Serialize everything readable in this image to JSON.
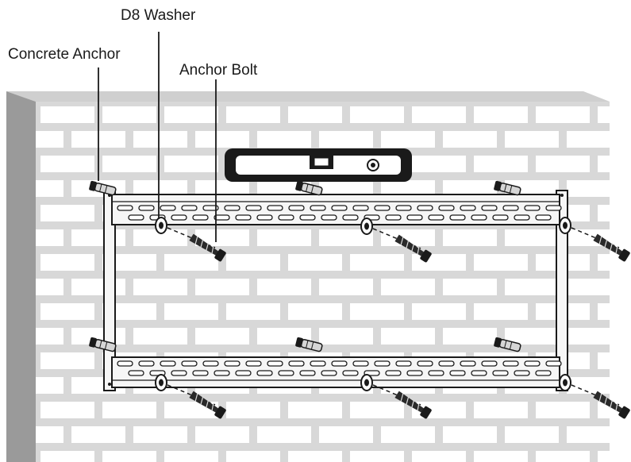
{
  "labels": {
    "d8_washer": "D8 Washer",
    "concrete_anchor": "Concrete Anchor",
    "anchor_bolt": "Anchor Bolt"
  },
  "colors": {
    "wall_face": "#e3e3e3",
    "wall_side": "#9a9a9a",
    "wall_top": "#cfcfcf",
    "brick": "#ffffff",
    "mortar": "#d8d8d8",
    "line": "#1a1a1a",
    "metal": "#f6f6f6"
  }
}
